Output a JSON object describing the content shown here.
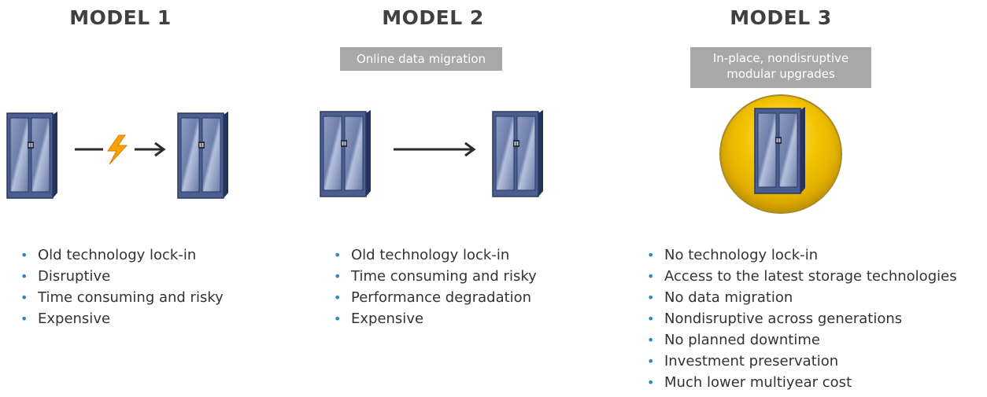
{
  "models": [
    {
      "title": "MODEL 1",
      "tag": "",
      "bullets": [
        "Old technology lock-in",
        "Disruptive",
        "Time consuming and risky",
        "Expensive"
      ]
    },
    {
      "title": "MODEL 2",
      "tag": "Online data migration",
      "bullets": [
        "Old technology lock-in",
        "Time consuming and risky",
        "Performance degradation",
        "Expensive"
      ]
    },
    {
      "title": "MODEL 3",
      "tag_line1": "In-place, nondisruptive",
      "tag_line2": "modular upgrades",
      "bullets": [
        "No technology lock-in",
        "Access to the latest storage technologies",
        "No data migration",
        "Nondisruptive across generations",
        "No planned downtime",
        "Investment preservation",
        "Much lower multiyear cost"
      ]
    }
  ],
  "colors": {
    "bullet": "#2e86c8",
    "server": "#4a5f8f",
    "tag_bg": "#a8a8a8",
    "circle": "#f2c200",
    "lightning": "#f5a300"
  },
  "icons": [
    "storage-server-icon",
    "arrow-icon",
    "lightning-bolt-icon"
  ]
}
